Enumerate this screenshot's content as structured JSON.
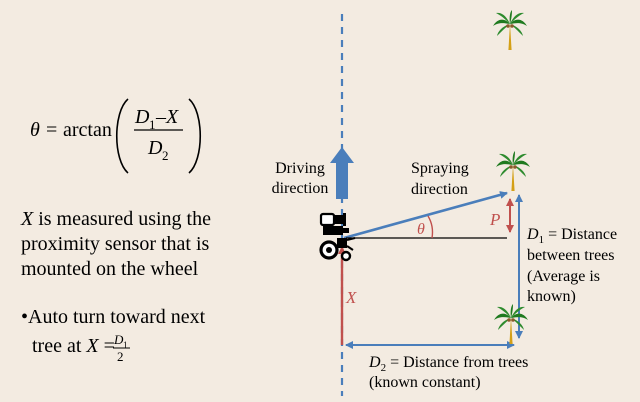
{
  "formula": {
    "theta": "θ",
    "equals": "=",
    "func": "arctan",
    "num_d": "D",
    "num_sub": "1",
    "num_minus": "–",
    "num_x": "X",
    "den_d": "D",
    "den_sub": "2"
  },
  "notes": {
    "x_measured_var": "X",
    "x_measured_line1": " is measured using the",
    "x_measured_line2": "proximity sensor that is",
    "x_measured_line3": "mounted on the wheel",
    "auto_turn_line1": "•Auto turn toward next",
    "auto_turn_line2_prefix": "tree at ",
    "auto_turn_var": "X",
    "auto_turn_eq": " = ",
    "auto_turn_frac_num_d": "D",
    "auto_turn_frac_num_sub": "1",
    "auto_turn_frac_den": "2"
  },
  "labels": {
    "driving_line1": "Driving",
    "driving_line2": "direction",
    "spraying_line1": "Spraying",
    "spraying_line2": "direction",
    "theta": "θ",
    "p": "P",
    "x": "X",
    "d1_var": "D",
    "d1_sub": "1",
    "d1_line1": " = Distance",
    "d1_line2": "between trees",
    "d1_line3": "(Average is",
    "d1_line4": "known)",
    "d2_var": "D",
    "d2_sub": "2",
    "d2_line1": " = Distance from trees",
    "d2_line2": "(known constant)"
  },
  "colors": {
    "background": "#f3ebe1",
    "blue": "#4a7ebb",
    "red": "#c0504d",
    "red_text": "#c0504d",
    "black": "#000000",
    "palm_green": "#1f7a1f",
    "palm_trunk": "#d4a017"
  },
  "icons": {
    "tractor": "tractor-icon",
    "palm": "palm-tree-icon"
  }
}
